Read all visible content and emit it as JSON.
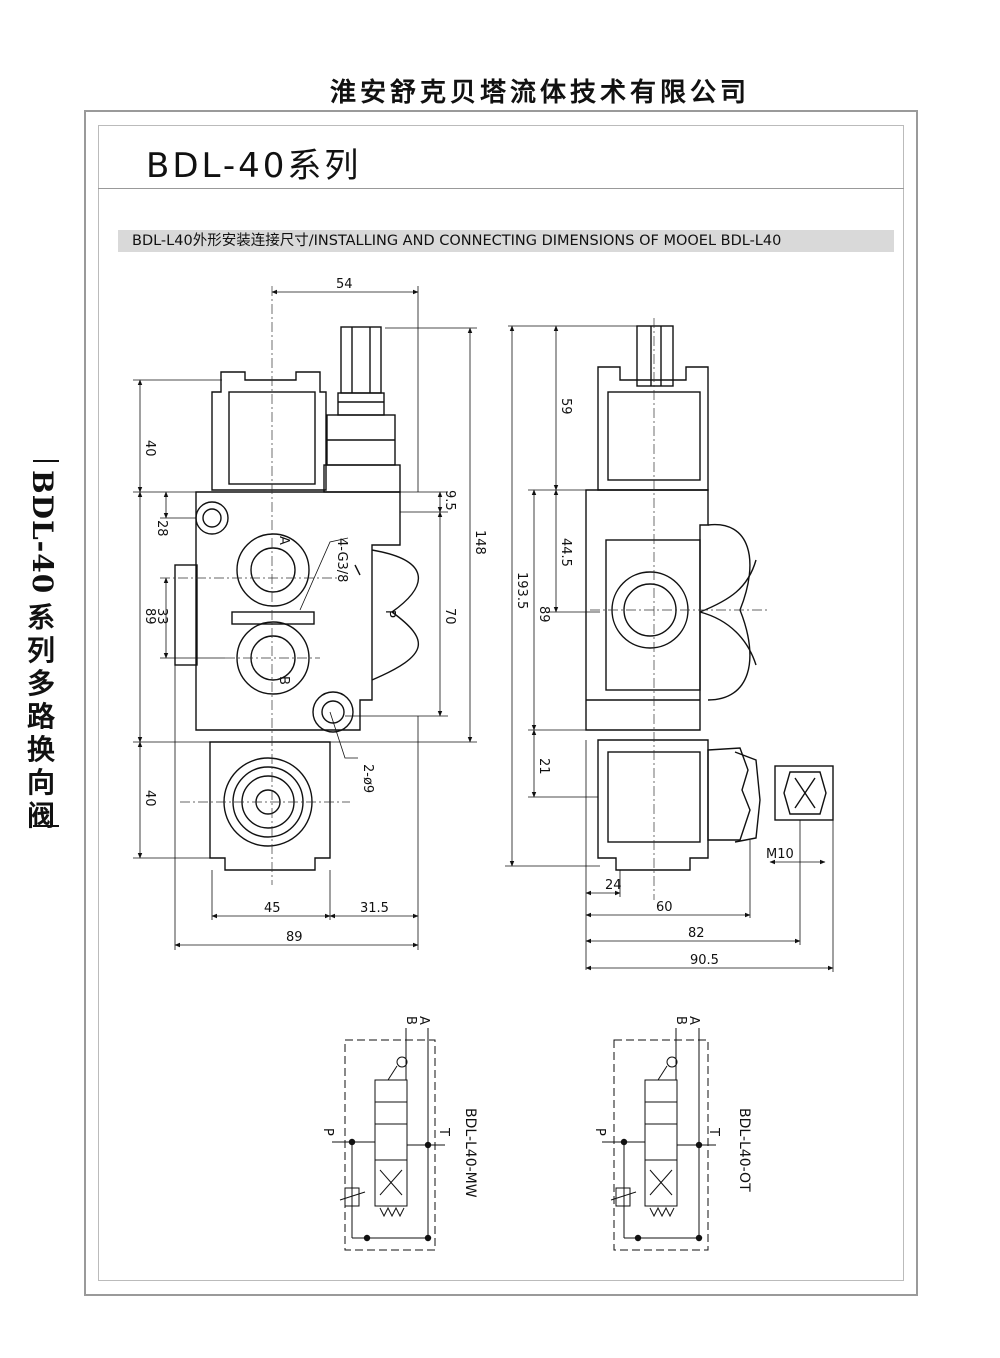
{
  "header": {
    "company": "淮安舒克贝塔流体技术有限公司",
    "series_title": "BDL-40系列",
    "side_title_latin": "BDL-40",
    "side_title_cjk": [
      "系",
      "列",
      "多",
      "路",
      "换",
      "向",
      "阀"
    ]
  },
  "caption": "BDL-L40外形安装连接尺寸/INSTALLING AND CONNECTING DIMENSIONS OF MOOEL BDL-L40",
  "front_view": {
    "dims": {
      "top_width": "54",
      "left_top_height": "40",
      "hole_offset": "28",
      "body_height": "89",
      "port_spacing": "33",
      "lower_height": "40",
      "top_offset": "9.5",
      "total_height": "148",
      "port_span": "70",
      "bottom_left": "45",
      "bottom_right": "31.5",
      "overall_width": "89"
    },
    "callouts": {
      "ports": "4-G3/8",
      "mount_holes": "2-ø9"
    },
    "port_labels": {
      "a": "A",
      "b": "B",
      "p": "P"
    }
  },
  "side_view": {
    "dims": {
      "spring_cap": "59",
      "upper_section": "44.5",
      "total_height": "193.5",
      "body_height": "89",
      "lower_offset": "21",
      "thread": "M10",
      "left_offset": "24",
      "width_60": "60",
      "width_82": "82",
      "width_90_5": "90.5"
    }
  },
  "schematics": [
    {
      "model": "BDL-L40-MW",
      "labels": {
        "a": "A",
        "b": "B",
        "p": "P",
        "t": "T"
      }
    },
    {
      "model": "BDL-L40-OT",
      "labels": {
        "a": "A",
        "b": "B",
        "p": "P",
        "t": "T"
      }
    }
  ]
}
